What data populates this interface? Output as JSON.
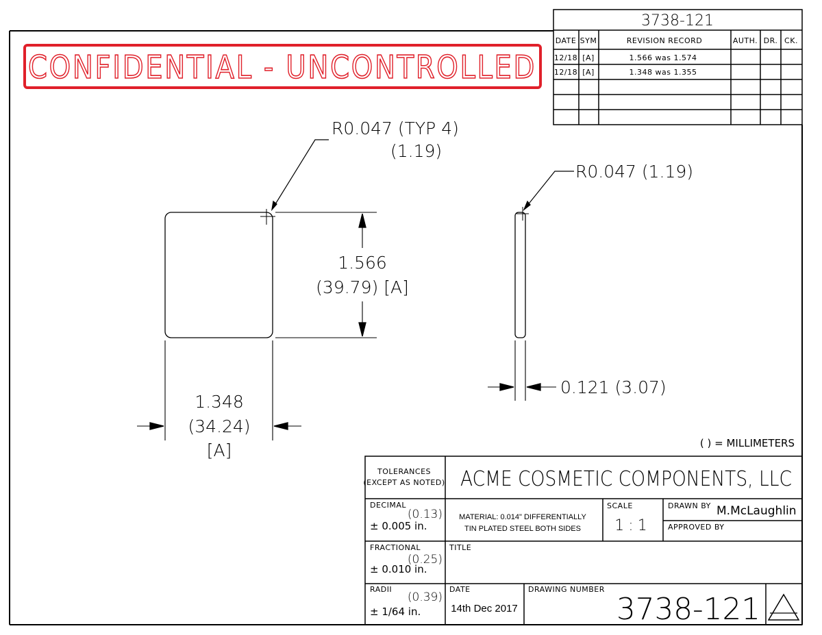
{
  "drawing_number_top": "3738-121",
  "banner": "CONFIDENTIAL - UNCONTROLLED",
  "revision_table": {
    "headers": [
      "DATE",
      "SYM",
      "REVISION RECORD",
      "AUTH.",
      "DR.",
      "CK."
    ],
    "rows": [
      {
        "date": "12/18",
        "sym": "[A]",
        "record": "1.566 was 1.574"
      },
      {
        "date": "12/18",
        "sym": "[A]",
        "record": "1.348 was 1.355"
      }
    ]
  },
  "dims": {
    "corner_radius_line1": "R0.047 (TYP 4)",
    "corner_radius_line2": "(1.19)",
    "height_in": "1.566",
    "height_mm": "(39.79) [A]",
    "width_in": "1.348",
    "width_mm": "(34.24)",
    "width_rev": "[A]",
    "side_radius": "R0.047 (1.19)",
    "thickness": "0.121 (3.07)"
  },
  "units_note": "( ) = MILLIMETERS",
  "title_block": {
    "tolerances_label": "TOLERANCES",
    "except_label": "(EXCEPT AS NOTED)",
    "company": "ACME COSMETIC COMPONENTS, LLC",
    "decimal_label": "DECIMAL",
    "decimal_mm": "(0.13)",
    "decimal_tol": "± 0.005 in.",
    "fractional_label": "FRACTIONAL",
    "fractional_mm": "(0.25)",
    "fractional_tol": "± 0.010 in.",
    "radii_label": "RADII",
    "radii_mm": "(0.39)",
    "radii_tol": "± 1/64 in.",
    "material_line1": "MATERIAL: 0.014\" DIFFERENTIALLY",
    "material_line2": "TIN PLATED STEEL BOTH SIDES",
    "scale_label": "SCALE",
    "scale_value": "1:1",
    "drawn_by_label": "DRAWN BY",
    "drawn_by_value": "M.McLaughlin",
    "approved_by_label": "APPROVED BY",
    "title_label": "TITLE",
    "date_label": "DATE",
    "date_value": "14th Dec 2017",
    "drawing_number_label": "DRAWING NUMBER",
    "drawing_number_value": "3738-121"
  },
  "colors": {
    "banner": "#e0202a",
    "lines": "#000000",
    "background": "#ffffff"
  }
}
